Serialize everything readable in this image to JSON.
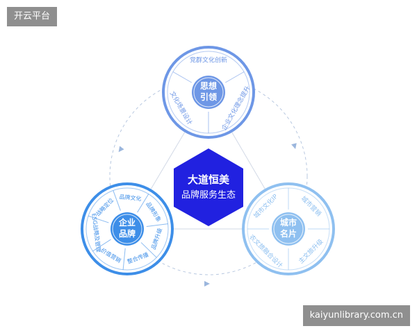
{
  "badge_top_left": "开云平台",
  "watermark": "kaiyunlibrary.com.cn",
  "center": {
    "line1": "大道恒美",
    "line2": "品牌服务生态",
    "color": "#2121e0"
  },
  "top_node": {
    "core_line1": "思想",
    "core_line2": "引领",
    "segments": [
      "党群文化创新",
      "企业文化理念提升",
      "文化场景设计"
    ],
    "color": "#6e97e6"
  },
  "left_node": {
    "core_line1": "企业",
    "core_line2": "品牌",
    "segments": [
      "品牌文化",
      "品牌形象",
      "品牌升级",
      "整合传播",
      "价值营销",
      "ESG战略及管理",
      "战略定位"
    ],
    "color": "#3d8ee8"
  },
  "right_node": {
    "core_line1": "城市",
    "core_line2": "名片",
    "segments": [
      "城市营销",
      "主文旅升级",
      "农文旅融合设计",
      "城市文化IP"
    ],
    "color": "#8fc0f0"
  }
}
